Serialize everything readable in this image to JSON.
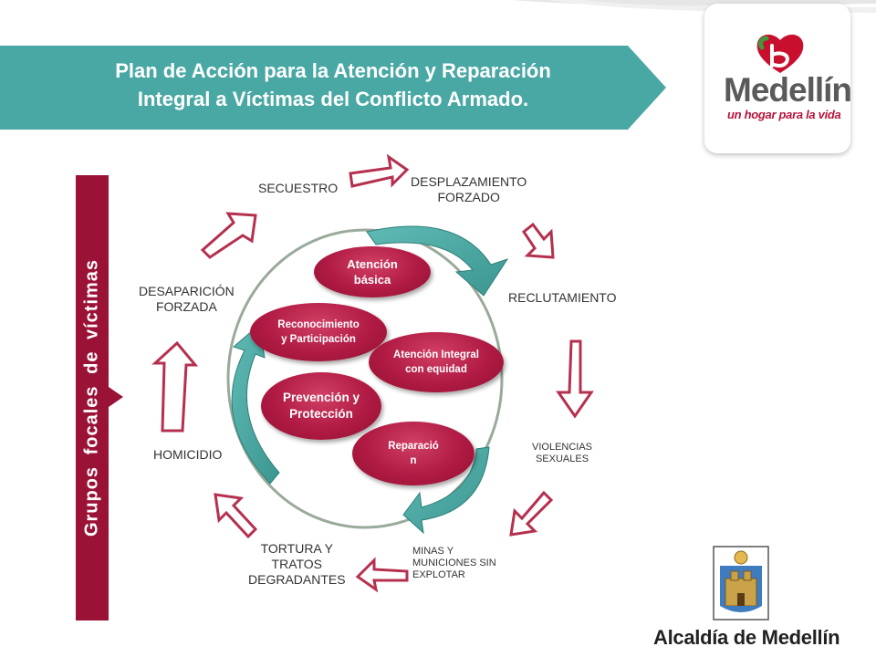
{
  "header": {
    "title_line1": "Plan de Acción para la Atención y Reparación",
    "title_line2": "Integral a Víctimas del Conflicto Armado."
  },
  "logo": {
    "name": "Medellín",
    "tagline": "un hogar para la vida"
  },
  "sidebar": {
    "label": "Grupos focales de víctimas"
  },
  "cycle": {
    "nodes": [
      {
        "id": "secuestro",
        "lines": [
          "SECUESTRO"
        ]
      },
      {
        "id": "desplazamiento",
        "lines": [
          "DESPLAZAMIENTO",
          "FORZADO"
        ]
      },
      {
        "id": "reclutamiento",
        "lines": [
          "RECLUTAMIENTO"
        ]
      },
      {
        "id": "violencias",
        "lines": [
          "VIOLENCIAS",
          "SEXUALES"
        ]
      },
      {
        "id": "minas",
        "lines": [
          "MINAS Y",
          "MUNICIONES SIN",
          "EXPLOTAR"
        ]
      },
      {
        "id": "tortura",
        "lines": [
          "TORTURA Y",
          "TRATOS",
          "DEGRADANTES"
        ]
      },
      {
        "id": "homicidio",
        "lines": [
          "HOMICIDIO"
        ]
      },
      {
        "id": "desaparicion",
        "lines": [
          "DESAPARICIÓN",
          "FORZADA"
        ]
      }
    ]
  },
  "components": [
    {
      "id": "atencion-basica",
      "lines": [
        "Atención",
        "básica"
      ]
    },
    {
      "id": "reconocimiento",
      "lines": [
        "Reconocimiento",
        "y Participación"
      ]
    },
    {
      "id": "atencion-integral",
      "lines": [
        "Atención Integral",
        "con equidad"
      ]
    },
    {
      "id": "prevencion",
      "lines": [
        "Prevención y",
        "Protección"
      ]
    },
    {
      "id": "reparacion",
      "lines": [
        "Reparació",
        "n"
      ]
    }
  ],
  "footer": {
    "alcaldia": "Alcaldía de Medellín"
  },
  "colors": {
    "teal": "#4aa8a4",
    "crimson": "#9b1237",
    "arrow_outline": "#b5304f"
  }
}
